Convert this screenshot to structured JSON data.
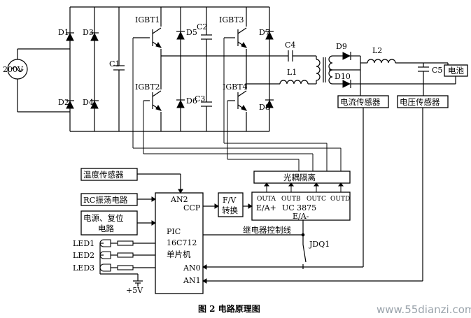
{
  "source": {
    "voltage": "200V",
    "symbol": "~"
  },
  "rectifier": {
    "diodes": [
      "D1",
      "D3",
      "D2",
      "D4"
    ]
  },
  "capacitors": {
    "c1": "C1",
    "c2": "C2",
    "c3": "C3",
    "c4": "C4",
    "c5": "C5"
  },
  "inverter": {
    "igbts": [
      "IGBT1",
      "IGBT2",
      "IGBT3",
      "IGBT4"
    ],
    "diodes": [
      "D5",
      "D6",
      "D7",
      "D8"
    ]
  },
  "output": {
    "inductor_l1": "L1",
    "inductor_l2": "L2",
    "diodes": [
      "D9",
      "D10"
    ],
    "battery": "电池"
  },
  "blocks": {
    "current_sensor": "电流传感器",
    "voltage_sensor": "电压传感器",
    "opto_isolation": "光耦隔离",
    "temp_sensor": "温度传感器",
    "rc_osc": "RC振荡电路",
    "power_reset_line1": "电源、复位",
    "power_reset_line2": "电路",
    "fv_line1": "F/V",
    "fv_line2": "转换"
  },
  "uc3875": {
    "name": "UC 3875",
    "outputs": [
      "OUTA",
      "OUTB",
      "OUTC",
      "OUTD"
    ],
    "ea_plus": "E/A+",
    "ea_minus": "E/A-"
  },
  "mcu": {
    "line1": "PIC",
    "line2": "16C712",
    "line3": "单片机",
    "pins": {
      "an2": "AN2",
      "ccp": "CCP",
      "an0": "AN0",
      "an1": "AN1"
    }
  },
  "relay": {
    "label": "继电器控制线",
    "name": "JDQ1"
  },
  "leds": [
    "LED1",
    "LED2",
    "LED3"
  ],
  "supply": "+5V",
  "caption": "图 2    电路原理图",
  "watermark": "www.55dianzi.com"
}
